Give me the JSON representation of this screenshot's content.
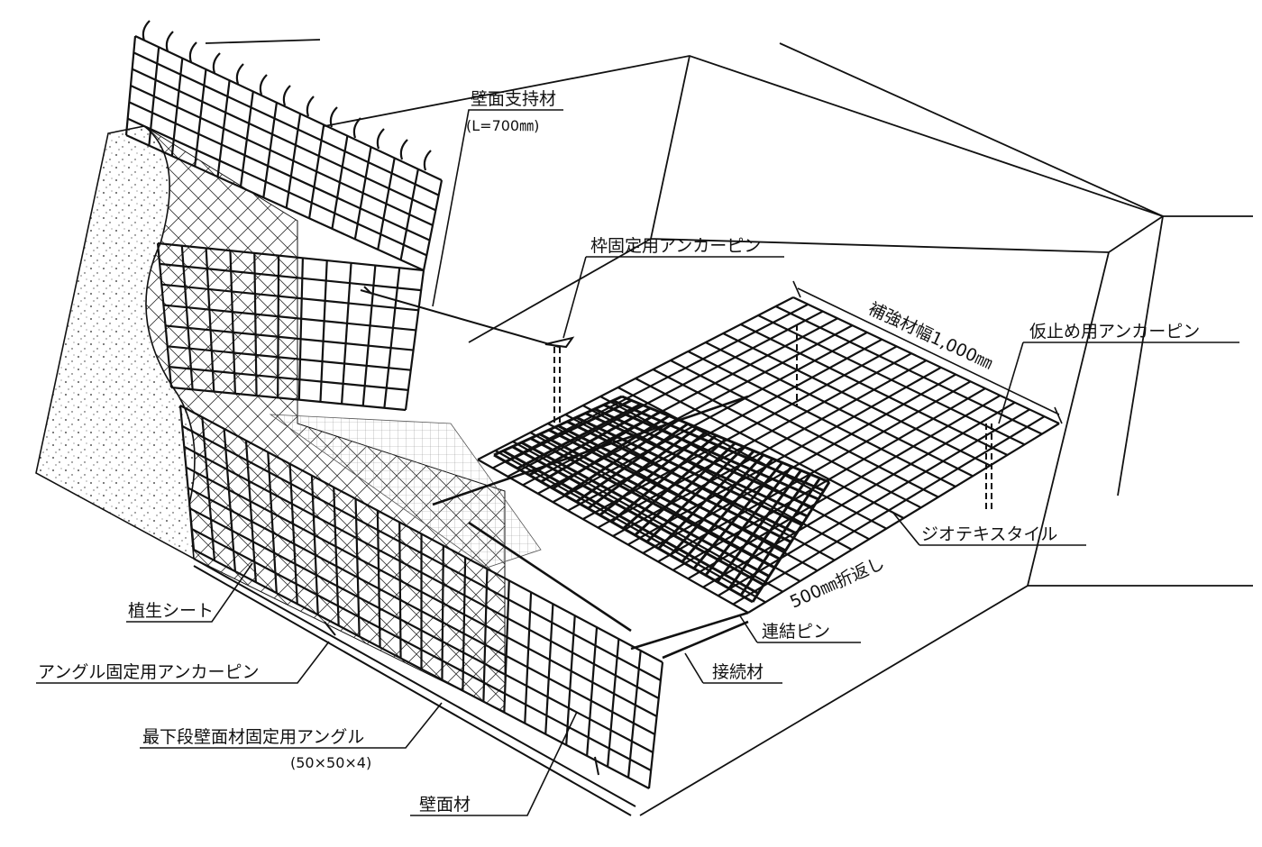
{
  "labels": {
    "wall_support": "壁面支持材",
    "wall_support_len": "(L=700㎜)",
    "frame_anchor": "枠固定用アンカーピン",
    "reinforce_width": "補強材幅1,000㎜",
    "temp_anchor": "仮止め用アンカーピン",
    "geotextile": "ジオテキスタイル",
    "fold_back": "500㎜折返し",
    "connect_pin": "連結ピン",
    "connector": "接続材",
    "vegetation_sheet": "植生シート",
    "angle_anchor": "アングル固定用アンカーピン",
    "bottom_angle": "最下段壁面材固定用アングル",
    "bottom_angle_size": "(50×50×4)",
    "wall_material": "壁面材"
  },
  "colors": {
    "line": "#111111",
    "paper": "#ffffff"
  }
}
